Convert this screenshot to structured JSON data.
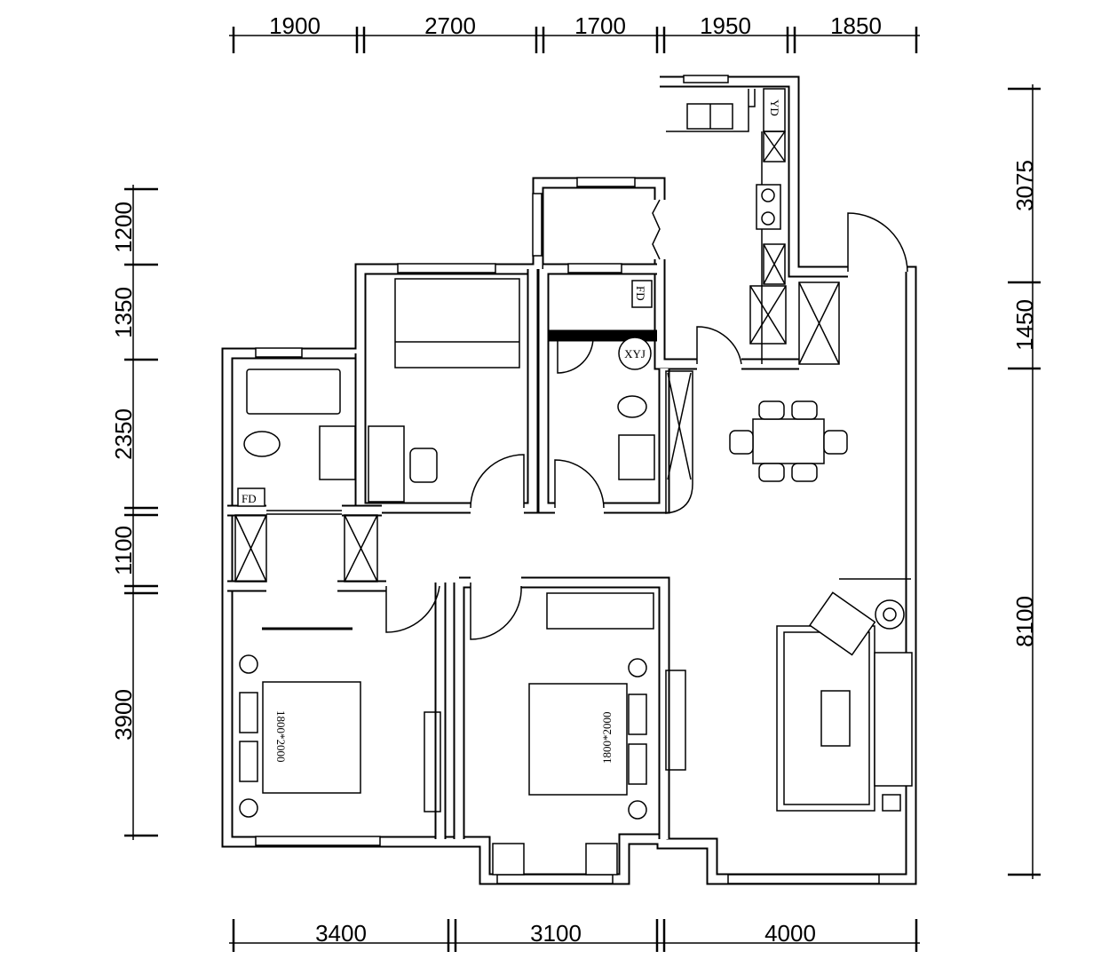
{
  "title": "Apartment floor plan",
  "dimensions": {
    "top": [
      "1900",
      "2700",
      "1700",
      "1950",
      "1850"
    ],
    "bottom": [
      "3400",
      "3100",
      "4000"
    ],
    "left": [
      "1200",
      "1350",
      "2350",
      "1100",
      "3900"
    ],
    "right": [
      "3075",
      "1450",
      "8100"
    ]
  },
  "labels": {
    "kitchen_appliance": "YD",
    "bath2_appliance": "FD",
    "bath1_appliance": "FD",
    "washer": "XYJ",
    "bed_left": "1800*2000",
    "bed_middle": "1800*2000"
  }
}
